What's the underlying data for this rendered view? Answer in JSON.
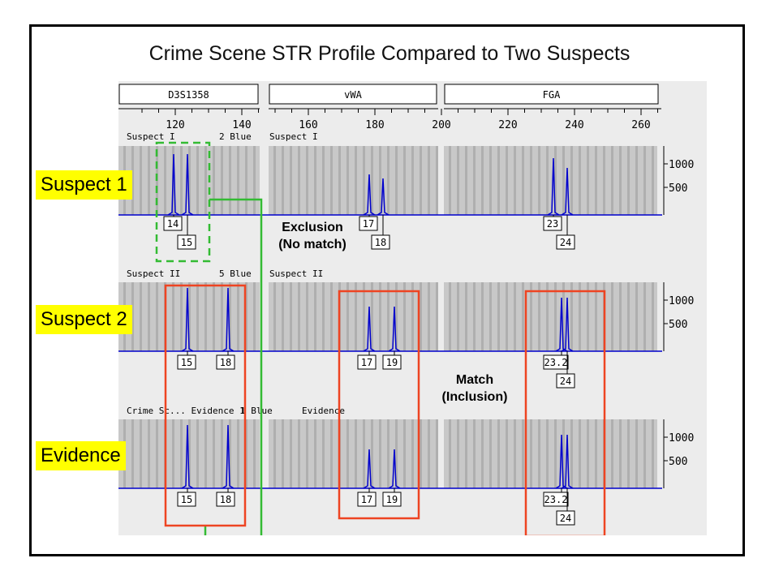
{
  "title": "Crime Scene STR Profile Compared to Two Suspects",
  "markers": [
    "D3S1358",
    "vWA",
    "FGA"
  ],
  "axis_ticks": [
    "120",
    "140",
    "160",
    "180",
    "200",
    "220",
    "240",
    "260"
  ],
  "y_ticks": [
    "1000",
    "500"
  ],
  "rows": [
    {
      "label": "Suspect 1",
      "sample_name": "Suspect I",
      "dye": "2 Blue",
      "sample_name_2": "Suspect I",
      "alleles": {
        "d3": [
          "14",
          "15"
        ],
        "vwa": [
          "17",
          "18"
        ],
        "fga": [
          "23",
          "24"
        ]
      }
    },
    {
      "label": "Suspect 2",
      "sample_name": "Suspect II",
      "dye": "5 Blue",
      "sample_name_2": "Suspect II",
      "alleles": {
        "d3": [
          "15",
          "18"
        ],
        "vwa": [
          "17",
          "19"
        ],
        "fga": [
          "23.2",
          "24"
        ]
      }
    },
    {
      "label": "Evidence",
      "sample_name": "Crime Sc... Evidence 1",
      "dye": "1 Blue",
      "sample_name_2": "Evidence",
      "alleles": {
        "d3": [
          "15",
          "18"
        ],
        "vwa": [
          "17",
          "19"
        ],
        "fga": [
          "23.2",
          "24"
        ]
      }
    }
  ],
  "annotations": {
    "exclusion_line1": "Exclusion",
    "exclusion_line2": "(No match)",
    "match_line1": "Match",
    "match_line2": "(Inclusion)"
  },
  "colors": {
    "trace": "#0000cc",
    "match_box": "#ee4422",
    "exclusion_box": "#33bb33",
    "highlight": "#ffff00"
  }
}
